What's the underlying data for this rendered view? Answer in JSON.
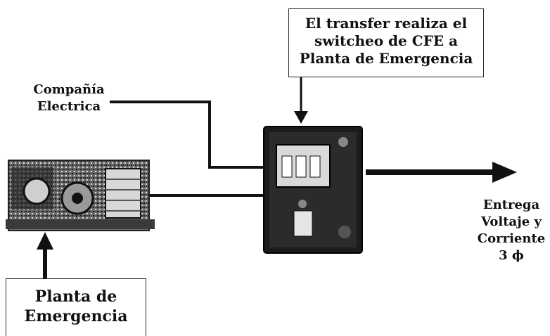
{
  "transfer_callout": {
    "lines": [
      "El transfer realiza el",
      "switcheo de CFE a",
      "Planta de Emergencia"
    ]
  },
  "compania": {
    "lines": [
      "Compañía",
      "Electrica"
    ]
  },
  "planta": {
    "lines": [
      "Planta de",
      "Emergencia"
    ]
  },
  "entrega": {
    "lines": [
      "Entrega",
      "Voltaje y",
      "Corriente",
      "3 ϕ"
    ]
  },
  "icons": {
    "generator": "generator-icon",
    "transfer_switch": "transfer-switch-icon"
  }
}
